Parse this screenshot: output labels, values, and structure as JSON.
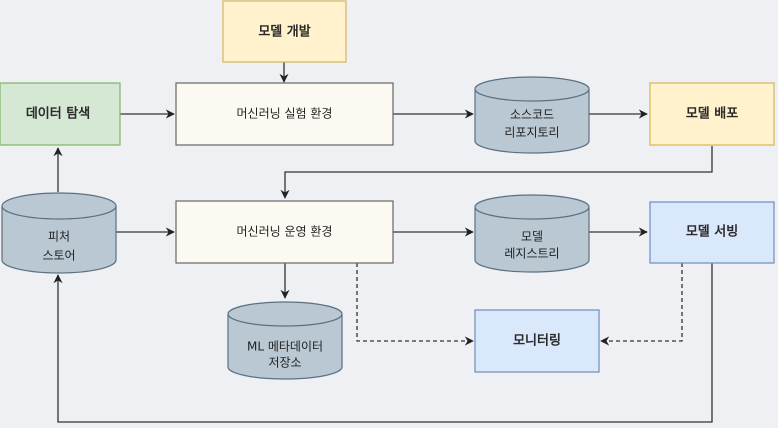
{
  "diagram": {
    "title": "MLOps architecture",
    "colors": {
      "background": "#eff0f4",
      "yellow_fill": "#fff2cc",
      "yellow_stroke": "#d6b656",
      "green_fill": "#d5e8d4",
      "green_stroke": "#82b366",
      "cream_fill": "#fbf9f1",
      "cream_stroke": "#666666",
      "blue_fill": "#dae8fc",
      "blue_stroke": "#6c8ebf",
      "cylinder_fill": "#bac8d3",
      "cylinder_stroke": "#5a7080",
      "edge": "#333333"
    },
    "nodes": {
      "model_dev": {
        "label": "모델 개발"
      },
      "data_explore": {
        "label": "데이터 탐색"
      },
      "ml_experiment_env": {
        "label": "머신러닝 실험 환경"
      },
      "source_repo": {
        "lines": [
          "소스코드",
          "리포지토리"
        ]
      },
      "model_deploy": {
        "label": "모델 배포"
      },
      "feature_store": {
        "lines": [
          "피처",
          "스토어"
        ]
      },
      "ml_ops_env": {
        "label": "머신러닝 운영 환경"
      },
      "model_registry": {
        "lines": [
          "모델",
          "레지스트리"
        ]
      },
      "model_serving": {
        "label": "모델 서빙"
      },
      "ml_metadata_store": {
        "lines": [
          "ML 메타데이터",
          "저장소"
        ]
      },
      "monitoring": {
        "label": "모니터링"
      }
    },
    "edges": [
      {
        "from": "model_dev",
        "to": "ml_experiment_env",
        "style": "solid"
      },
      {
        "from": "data_explore",
        "to": "ml_experiment_env",
        "style": "solid"
      },
      {
        "from": "ml_experiment_env",
        "to": "source_repo",
        "style": "solid"
      },
      {
        "from": "source_repo",
        "to": "model_deploy",
        "style": "solid"
      },
      {
        "from": "model_deploy",
        "to": "ml_ops_env",
        "style": "solid"
      },
      {
        "from": "feature_store",
        "to": "data_explore",
        "style": "solid"
      },
      {
        "from": "feature_store",
        "to": "ml_ops_env",
        "style": "solid"
      },
      {
        "from": "ml_ops_env",
        "to": "model_registry",
        "style": "solid"
      },
      {
        "from": "model_registry",
        "to": "model_serving",
        "style": "solid"
      },
      {
        "from": "ml_ops_env",
        "to": "ml_metadata_store",
        "style": "solid"
      },
      {
        "from": "ml_ops_env",
        "to": "monitoring",
        "style": "dashed"
      },
      {
        "from": "model_serving",
        "to": "monitoring",
        "style": "dashed"
      },
      {
        "from": "model_serving",
        "to": "feature_store",
        "style": "solid"
      }
    ]
  }
}
